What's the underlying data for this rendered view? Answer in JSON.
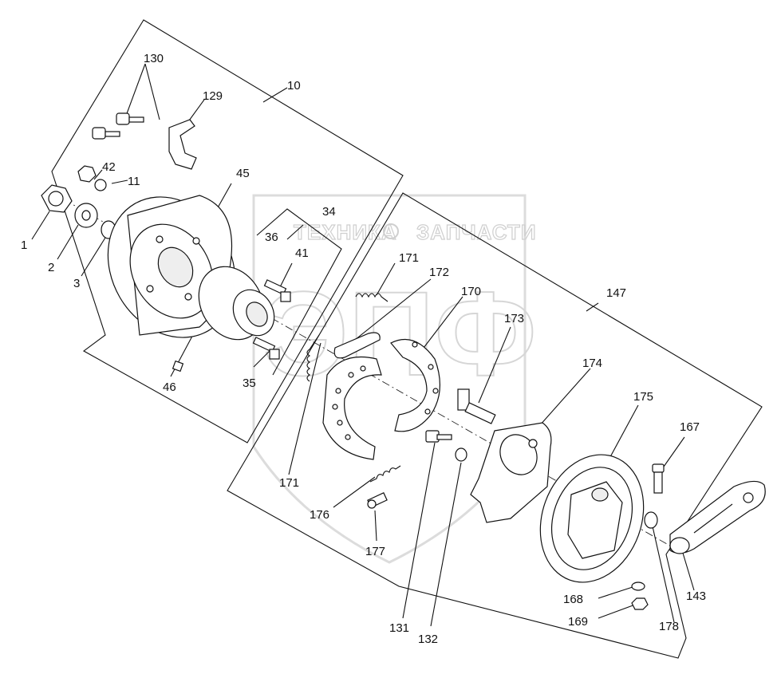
{
  "watermark": {
    "line1_left": "ТЕХНИКА",
    "line1_right": "ЗАПЧАСТИ",
    "big": "ЭПФ"
  },
  "labels": {
    "l1": "1",
    "l2": "2",
    "l3": "3",
    "l10": "10",
    "l11": "11",
    "l34": "34",
    "l35": "35",
    "l36": "36",
    "l41": "41",
    "l42": "42",
    "l45": "45",
    "l46": "46",
    "l129": "129",
    "l130": "130",
    "l131": "131",
    "l132": "132",
    "l143": "143",
    "l147": "147",
    "l167": "167",
    "l168": "168",
    "l169": "169",
    "l170": "170",
    "l171a": "171",
    "l171b": "171",
    "l172": "172",
    "l173": "173",
    "l174": "174",
    "l175": "175",
    "l176": "176",
    "l177": "177",
    "l178": "178"
  }
}
